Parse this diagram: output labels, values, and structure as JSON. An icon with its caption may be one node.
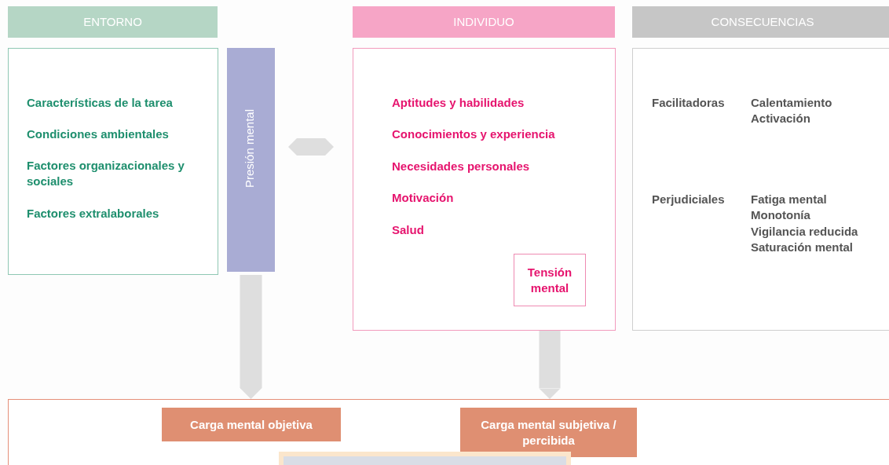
{
  "diagram": {
    "nodes": [
      {
        "text": [
          "ENTORNO"
        ]
      },
      {
        "text": [
          "INDIVIDUO"
        ]
      },
      {
        "text": [
          "CONSECUENCIAS"
        ]
      },
      {
        "text": [
          "Características de la tarea",
          "Condiciones ambientales",
          "Factores organizacionales y sociales",
          "Factores extralaborales"
        ]
      },
      {
        "text": [
          "Presión mental"
        ]
      },
      {
        "text": [
          "Aptitudes y habilidades",
          "Conocimientos y experiencia",
          "Necesidades personales",
          "Motivación",
          "Salud"
        ]
      },
      {
        "text": [
          "Tensión mental"
        ],
        "in": 5
      },
      {
        "text": [
          "Facilitadoras",
          "Calentamiento",
          "Activación",
          "Perjudiciales",
          "Fatiga mental",
          "Monotonía",
          "Vigilancia reducida",
          "Saturación mental"
        ]
      },
      {
        "text": [],
        "shape": "box"
      },
      {
        "text": [
          "Carga mental objetiva"
        ],
        "in": 8
      },
      {
        "text": [
          "Carga mental subjetiva / percibida"
        ],
        "in": 8
      },
      {
        "text": [],
        "shape": "box",
        "in": 8
      }
    ],
    "edges": [
      {
        "from": 4,
        "to": 5,
        "arrow": "both"
      },
      {
        "from": 4,
        "to": 8,
        "arrow": "to"
      },
      {
        "from": 6,
        "to": 8,
        "arrow": "to"
      }
    ]
  }
}
